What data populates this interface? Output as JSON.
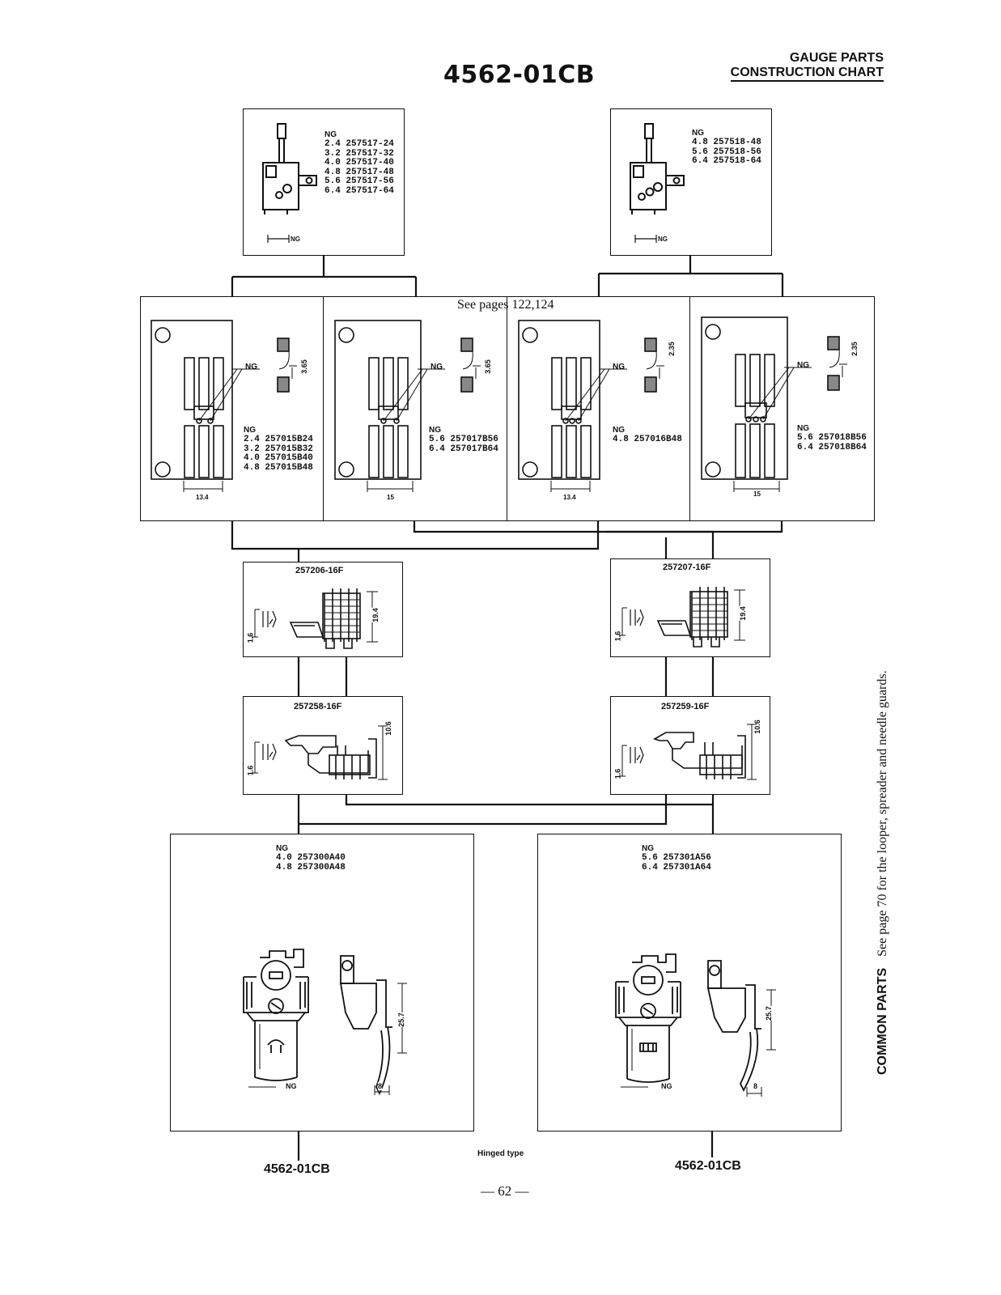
{
  "title": "4562-01CB",
  "header": {
    "line1": "GAUGE PARTS",
    "line2": "CONSTRUCTION CHART"
  },
  "needle_clamps": [
    {
      "ng_label": "NG",
      "lines": [
        "2.4 257517-24",
        "3.2 257517-32",
        "4.0 257517-40",
        "4.8 257517-48",
        "5.6 257517-56",
        "6.4 257517-64"
      ],
      "dim": "NG"
    },
    {
      "ng_label": "NG",
      "lines": [
        "4.8 257518-48",
        "5.6 257518-56",
        "6.4 257518-64"
      ],
      "dim": "NG"
    }
  ],
  "see_pages": "See pages 122,124",
  "needle_plates": [
    {
      "ng": "NG",
      "ng_label": "NG",
      "lines": [
        "2.4 257015B24",
        "3.2 257015B32",
        "4.0 257015B40",
        "4.8 257015B48"
      ],
      "width": "13.4",
      "height": "3.65"
    },
    {
      "ng": "NG",
      "ng_label": "NG",
      "lines": [
        "5.6 257017B56",
        "6.4 257017B64"
      ],
      "width": "15",
      "height": "3.65"
    },
    {
      "ng": "NG",
      "ng_label": "NG",
      "lines": [
        "4.8 257016B48"
      ],
      "width": "13.4",
      "height": "2.35"
    },
    {
      "ng": "NG",
      "ng_label": "NG",
      "lines": [
        "5.6 257018B56",
        "6.4 257018B64"
      ],
      "width": "15",
      "height": "2.35"
    }
  ],
  "feed_dogs_main": [
    {
      "part": "257206-16F",
      "h1": "1.6",
      "h2": "19.4"
    },
    {
      "part": "257207-16F",
      "h1": "1.6",
      "h2": "19.4"
    }
  ],
  "feed_dogs_diff": [
    {
      "part": "257258-16F",
      "h1": "1.6",
      "h2": "10.6"
    },
    {
      "part": "257259-16F",
      "h1": "1.6",
      "h2": "10.6"
    }
  ],
  "presser_feet": [
    {
      "ng_label": "NG",
      "lines": [
        "4.0 257300A40",
        "4.8 257300A48"
      ],
      "ng_dim": "NG",
      "len": "25.7",
      "w": "8"
    },
    {
      "ng_label": "NG",
      "lines": [
        "5.6 257301A56",
        "6.4 257301A64"
      ],
      "ng_dim": "NG",
      "len": "25.7",
      "w": "8"
    }
  ],
  "bottom_labels": [
    "4562-01CB",
    "4562-01CB"
  ],
  "hinged_type": "Hinged type",
  "page_number": "— 62 —",
  "side_note": {
    "bold": "COMMON PARTS",
    "text": "See page 70 for the looper, spreader and needle guards."
  }
}
